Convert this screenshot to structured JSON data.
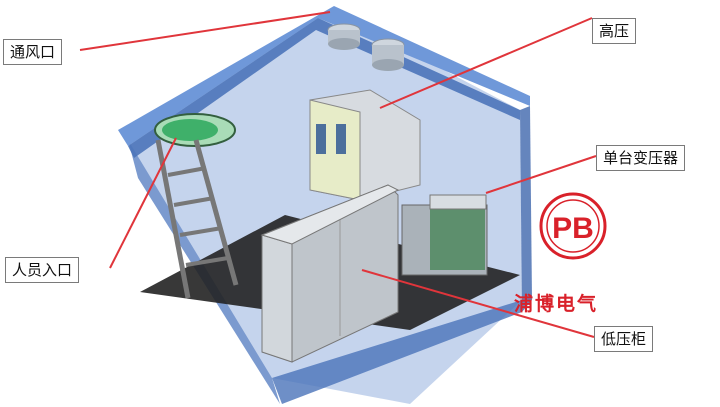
{
  "labels": {
    "vent": "通风口",
    "high_voltage": "高压",
    "transformer": "单台变压器",
    "entrance": "人员入口",
    "low_voltage": "低压柜"
  },
  "brand": {
    "logo_text": "PB",
    "name": "浦博电气",
    "color": "#d9212a"
  },
  "colors": {
    "leader_line": "#e0353b",
    "enclosure": "#5b86c6"
  }
}
